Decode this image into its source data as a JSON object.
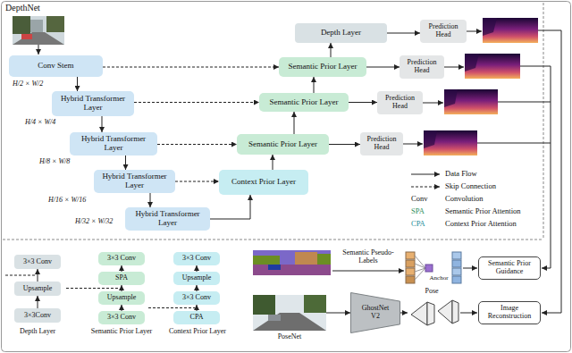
{
  "diagram": {
    "nodes": [
      {
        "text": [
          "Depth Layer"
        ]
      },
      {
        "text": [
          "Prediction Head"
        ]
      },
      {
        "text": [
          "Conv Stem"
        ]
      },
      {
        "text": [
          "Semantic Prior Layer"
        ]
      },
      {
        "text": [
          "Prediction Head"
        ]
      },
      {
        "text": [
          "Hybrid Transformer Layer"
        ]
      },
      {
        "text": [
          "Semantic Prior Layer"
        ]
      },
      {
        "text": [
          "Prediction Head"
        ]
      },
      {
        "text": [
          "Hybrid Transformer Layer"
        ]
      },
      {
        "text": [
          "Semantic Prior Layer"
        ]
      },
      {
        "text": [
          "Prediction Head"
        ]
      },
      {
        "text": [
          "Hybrid Transformer Layer"
        ]
      },
      {
        "text": [
          "Context Prior Layer"
        ]
      },
      {
        "text": [
          "Hybrid Transformer Layer"
        ]
      },
      {
        "text": [
          "3×3 Conv"
        ]
      },
      {
        "text": [
          "Upsample"
        ]
      },
      {
        "text": [
          "3×3Conv"
        ]
      },
      {
        "text": [
          "3×3 Conv"
        ]
      },
      {
        "text": [
          "SPA"
        ]
      },
      {
        "text": [
          "Upsample"
        ]
      },
      {
        "text": [
          "3×3 Conv"
        ]
      },
      {
        "text": [
          "3×3 Conv"
        ]
      },
      {
        "text": [
          "Upsample"
        ]
      },
      {
        "text": [
          "3×3 Conv"
        ]
      },
      {
        "text": [
          "CPA"
        ]
      },
      {
        "text": [
          "Semantic Prior Guidance"
        ]
      },
      {
        "text": [
          "GhostNet V2"
        ]
      },
      {
        "text": [
          "Image Reconstruction"
        ]
      }
    ],
    "edges": [
      {
        "from": 2,
        "to": 5,
        "arrow": "to"
      },
      {
        "from": 5,
        "to": 8,
        "arrow": "to"
      },
      {
        "from": 8,
        "to": 11,
        "arrow": "to"
      },
      {
        "from": 11,
        "to": 13,
        "arrow": "to"
      },
      {
        "from": 13,
        "to": 12,
        "arrow": "to"
      },
      {
        "from": 11,
        "to": 12,
        "arrow": "to"
      },
      {
        "from": 12,
        "to": 9,
        "arrow": "to"
      },
      {
        "from": 8,
        "to": 9,
        "arrow": "to"
      },
      {
        "from": 9,
        "to": 6,
        "arrow": "to"
      },
      {
        "from": 5,
        "to": 6,
        "arrow": "to"
      },
      {
        "from": 6,
        "to": 3,
        "arrow": "to"
      },
      {
        "from": 2,
        "to": 3,
        "arrow": "to"
      },
      {
        "from": 3,
        "to": 0,
        "arrow": "to"
      },
      {
        "from": 0,
        "to": 1,
        "arrow": "to"
      },
      {
        "from": 3,
        "to": 4,
        "arrow": "to"
      },
      {
        "from": 6,
        "to": 7,
        "arrow": "to"
      },
      {
        "from": 9,
        "to": 10,
        "arrow": "to"
      },
      {
        "from": 16,
        "to": 15,
        "arrow": "to"
      },
      {
        "from": 15,
        "to": 14,
        "arrow": "to"
      },
      {
        "from": 20,
        "to": 19,
        "arrow": "to"
      },
      {
        "from": 19,
        "to": 18,
        "arrow": "to"
      },
      {
        "from": 18,
        "to": 17,
        "arrow": "to"
      },
      {
        "from": 24,
        "to": 23,
        "arrow": "to"
      },
      {
        "from": 23,
        "to": 22,
        "arrow": "to"
      },
      {
        "from": 22,
        "to": 21,
        "arrow": "to"
      }
    ],
    "labels": [
      "DepthNet",
      "H/2 × W/2",
      "H/4 × W/4",
      "H/8 × W/8",
      "H/16 × W/16",
      "H/32 × W/32",
      "Conv",
      "SPA",
      "CPA",
      "Depth Layer",
      "Semantic Prior Layer",
      "Context Prior Layer",
      "Semantic Pseudo-Labels",
      "Anchor",
      "PoseNet",
      "Pose"
    ],
    "legend": [
      {
        "text": "Data Flow"
      },
      {
        "text": "Skip Connection"
      },
      {
        "text": "Convolution"
      },
      {
        "text": "Semantic Prior Attention"
      },
      {
        "text": "Context Prior Attention"
      }
    ]
  }
}
